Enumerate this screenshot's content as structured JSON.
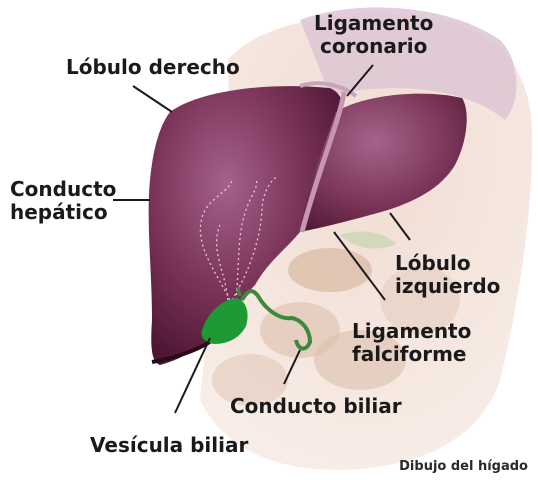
{
  "labels": {
    "lobulo_derecho": "Lóbulo derecho",
    "ligamento_coronario": [
      "Ligamento",
      "coronario"
    ],
    "conducto_hepatico": [
      "Conducto",
      "hepático"
    ],
    "lobulo_izquierdo": [
      "Lóbulo",
      "izquierdo"
    ],
    "ligamento_falciforme": [
      "Ligamento",
      "falciforme"
    ],
    "conducto_biliar": "Conducto biliar",
    "vesicula_biliar": "Vesícula biliar"
  },
  "caption": "Dibujo del hígado",
  "colors": {
    "liver": "#6e2a4e",
    "liver_highlight": "#a05c82",
    "gallbladder": "#1e9a34",
    "bile_duct": "#3b8a3c",
    "background_organs": "#e9cfc3",
    "leader_line": "#1a1a1a"
  }
}
